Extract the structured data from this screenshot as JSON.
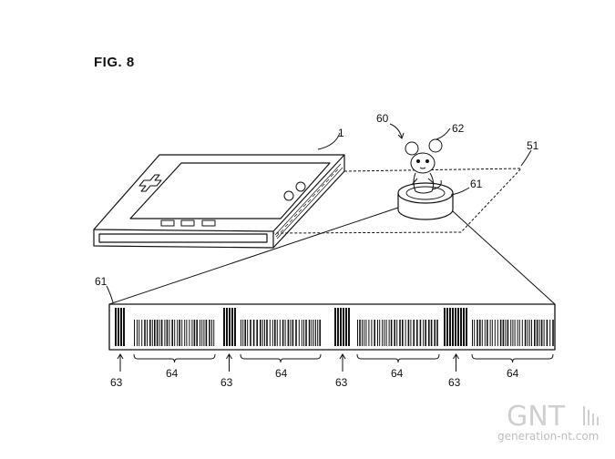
{
  "figure": {
    "title": "FIG. 8",
    "labels": {
      "device": "1",
      "figurine": "60",
      "character": "62",
      "area": "51",
      "base": "61",
      "strip": "61"
    },
    "code_labels": [
      {
        "start": "63",
        "data": "64"
      },
      {
        "start": "63",
        "data": "64"
      },
      {
        "start": "63",
        "data": "64"
      },
      {
        "start": "63",
        "data": "64"
      }
    ]
  },
  "watermark": {
    "logo": "GNT",
    "site": "generation-nt.com"
  },
  "colors": {
    "line": "#111111",
    "watermark": "#cfcfcf"
  }
}
